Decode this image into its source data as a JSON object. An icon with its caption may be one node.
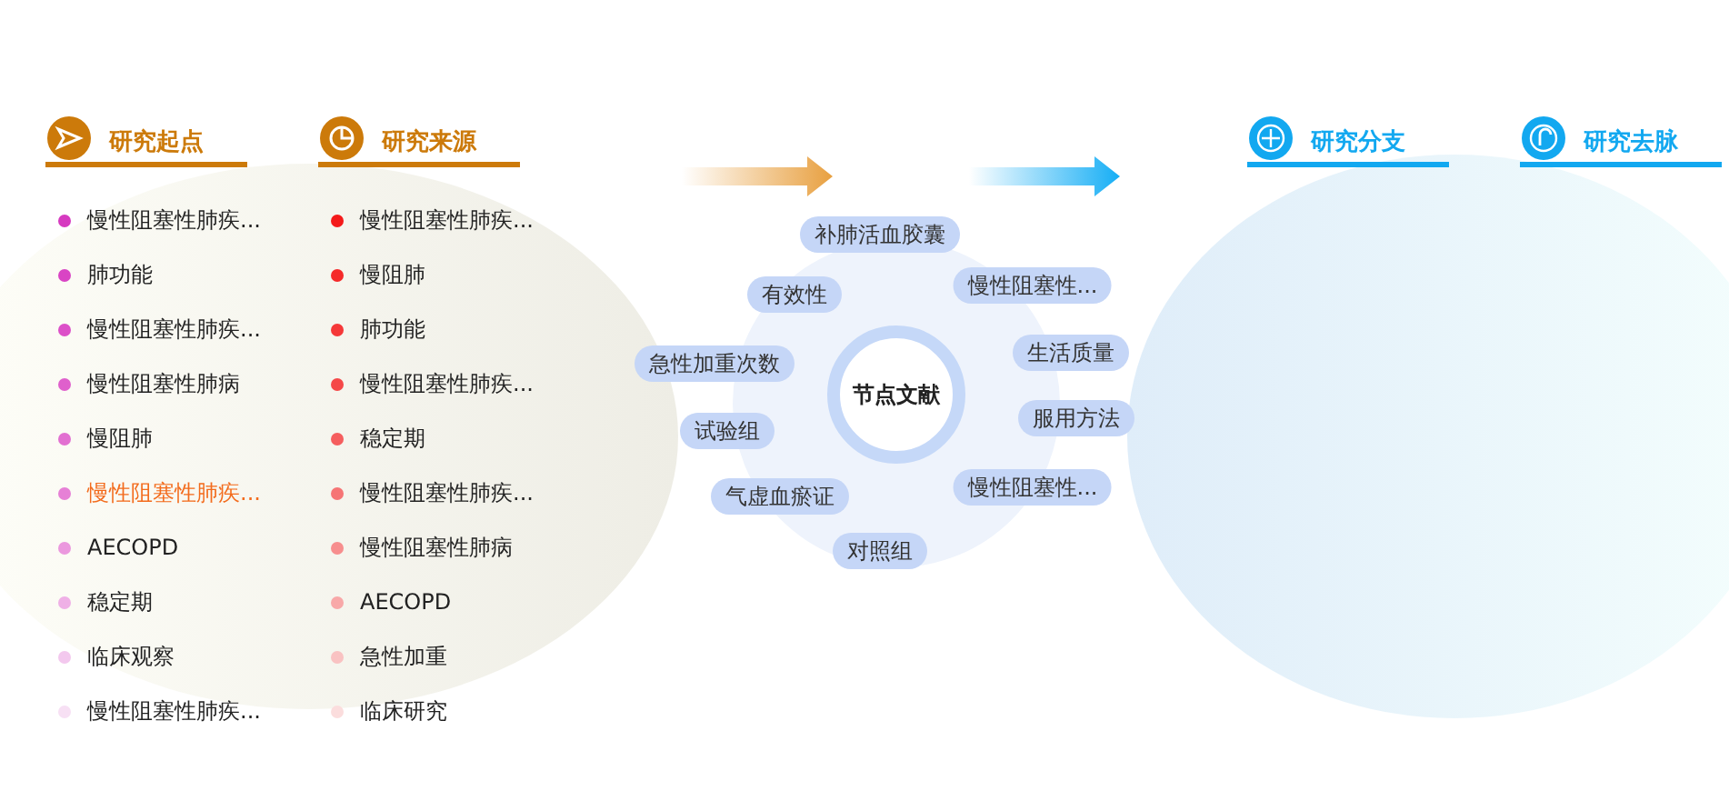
{
  "diagram": {
    "nodes": [
      {
        "text": [
          "研究起点"
        ]
      },
      {
        "text": [
          "研究来源"
        ]
      },
      {
        "text": [
          "研究分支"
        ]
      },
      {
        "text": [
          "研究去脉"
        ]
      },
      {
        "text": [
          "节点文献"
        ]
      },
      {
        "text": [
          "补肺活血胶囊"
        ]
      },
      {
        "text": [
          "慢性阻塞性..."
        ]
      },
      {
        "text": [
          "有效性"
        ]
      },
      {
        "text": [
          "生活质量"
        ]
      },
      {
        "text": [
          "急性加重次数"
        ]
      },
      {
        "text": [
          "服用方法"
        ]
      },
      {
        "text": [
          "试验组"
        ]
      },
      {
        "text": [
          "慢性阻塞性..."
        ]
      },
      {
        "text": [
          "气虚血瘀证"
        ]
      },
      {
        "text": [
          "对照组"
        ]
      }
    ],
    "edges": [],
    "labels": [
      "慢性阻塞性肺疾...",
      "肺功能",
      "慢性阻塞性肺疾...",
      "慢性阻塞性肺病",
      "慢阻肺",
      "慢性阻塞性肺疾...",
      "AECOPD",
      "稳定期",
      "临床观察",
      "慢性阻塞性肺疾...",
      "慢性阻塞性肺疾...",
      "慢阻肺",
      "肺功能",
      "慢性阻塞性肺疾...",
      "稳定期",
      "慢性阻塞性肺疾...",
      "慢性阻塞性肺病",
      "AECOPD",
      "急性加重",
      "临床研究"
    ]
  }
}
